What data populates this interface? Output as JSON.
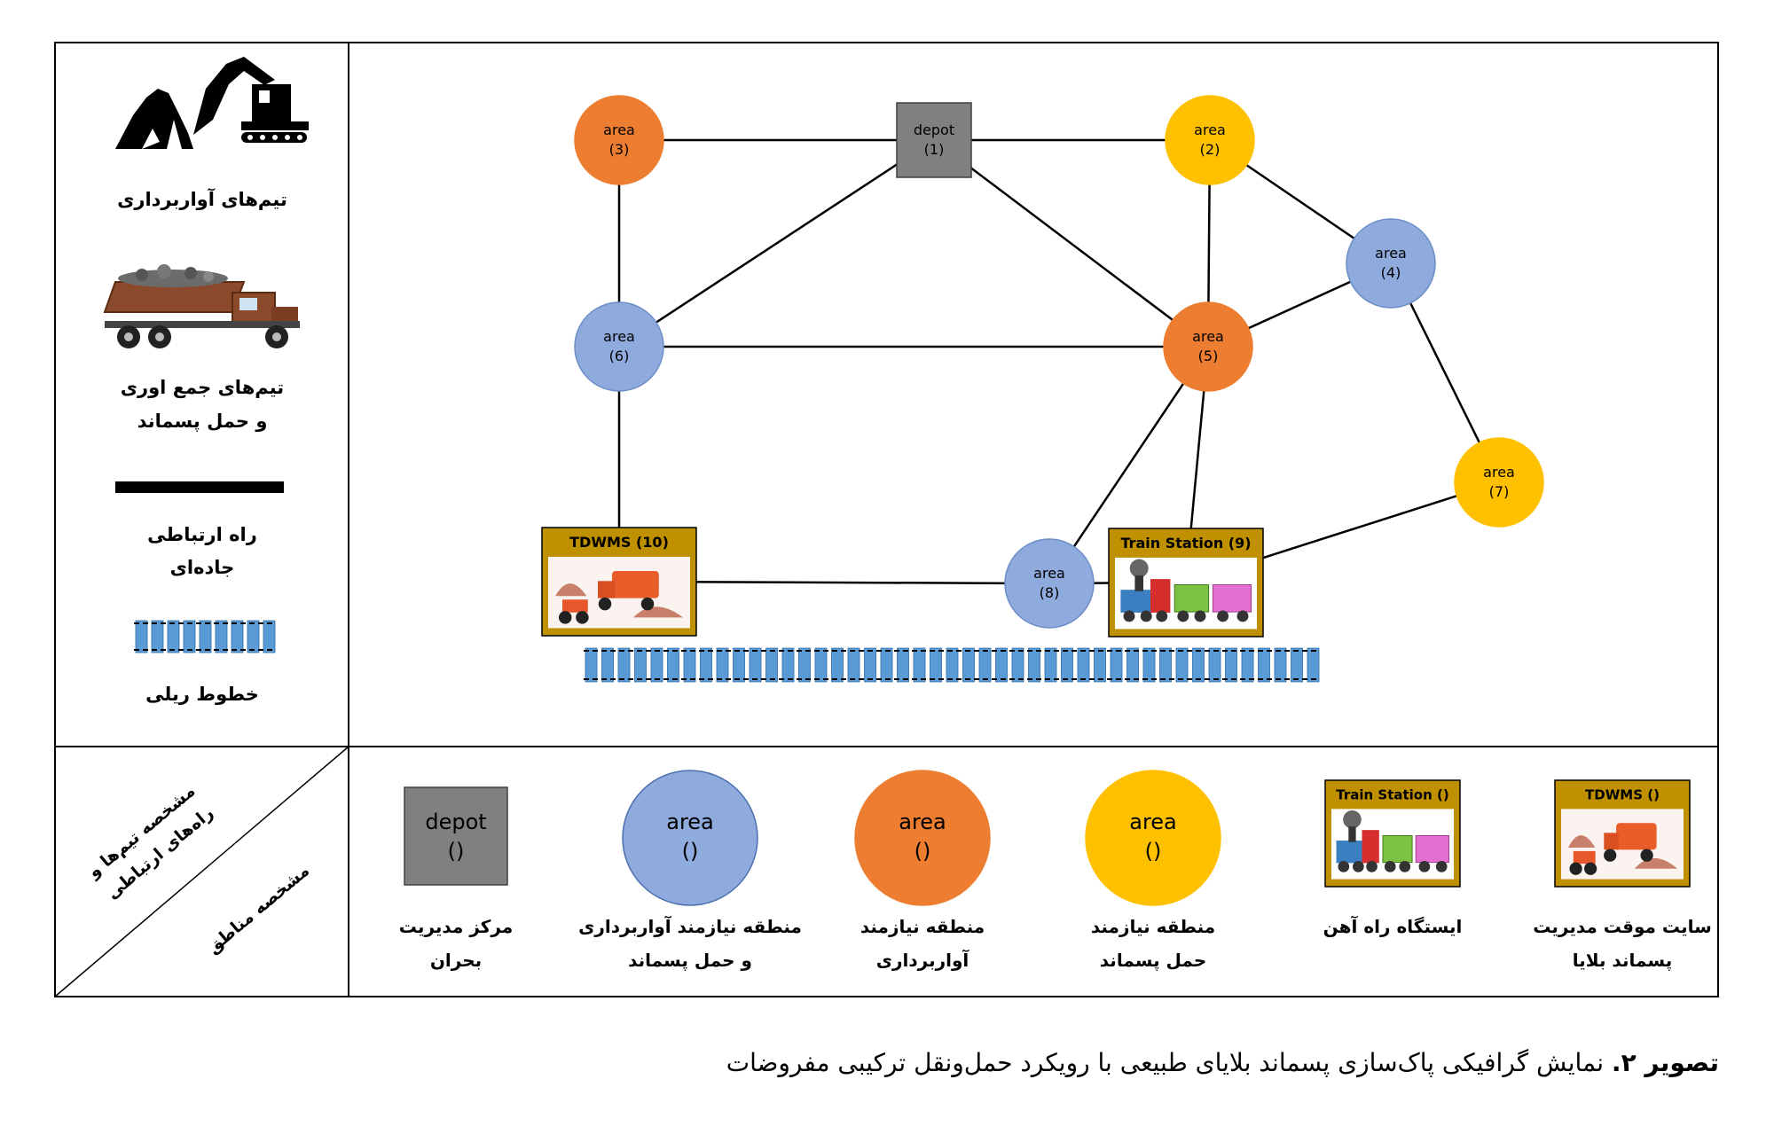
{
  "legend_left": {
    "excavation_teams": "تیم‌های آواربرداری",
    "collection_teams_line1": "تیم‌های جمع اوری",
    "collection_teams_line2": "و حمل پسماند",
    "road_line1": "راه ارتباطی",
    "road_line2": "جاده‌ای",
    "rail": "خطوط ریلی"
  },
  "corner": {
    "top_line1": "مشخصه تیم‌ها و",
    "top_line2": "راه‌های ارتباطی",
    "bottom": "مشخصه مناطق"
  },
  "network": {
    "nodes": [
      {
        "id": "1",
        "kind": "depot",
        "line1": "depot",
        "line2": "(1)"
      },
      {
        "id": "2",
        "kind": "yellow",
        "line1": "area",
        "line2": "(2)"
      },
      {
        "id": "3",
        "kind": "orange",
        "line1": "area",
        "line2": "(3)"
      },
      {
        "id": "4",
        "kind": "blue",
        "line1": "area",
        "line2": "(4)"
      },
      {
        "id": "5",
        "kind": "orange",
        "line1": "area",
        "line2": "(5)"
      },
      {
        "id": "6",
        "kind": "blue",
        "line1": "area",
        "line2": "(6)"
      },
      {
        "id": "7",
        "kind": "yellow",
        "line1": "area",
        "line2": "(7)"
      },
      {
        "id": "8",
        "kind": "blue",
        "line1": "area",
        "line2": "(8)"
      },
      {
        "id": "9",
        "kind": "train",
        "label": "Train Station (9)"
      },
      {
        "id": "10",
        "kind": "tdwms",
        "label": "TDWMS (10)"
      }
    ],
    "edges": [
      [
        "3",
        "1"
      ],
      [
        "1",
        "2"
      ],
      [
        "3",
        "6"
      ],
      [
        "6",
        "1"
      ],
      [
        "1",
        "5"
      ],
      [
        "2",
        "5"
      ],
      [
        "2",
        "4"
      ],
      [
        "4",
        "5"
      ],
      [
        "4",
        "7"
      ],
      [
        "6",
        "5"
      ],
      [
        "6",
        "10"
      ],
      [
        "5",
        "8"
      ],
      [
        "5",
        "9"
      ],
      [
        "10",
        "8"
      ],
      [
        "8",
        "9"
      ],
      [
        "9",
        "7"
      ]
    ]
  },
  "legend_bottom": [
    {
      "kind": "tdwms",
      "box_label": "TDWMS ()",
      "line1": "سایت موقت مدیریت",
      "line2": "پسماند بلایا"
    },
    {
      "kind": "train",
      "box_label": "Train Station ()",
      "line1": "ایستگاه راه آهن",
      "line2": ""
    },
    {
      "kind": "yellow",
      "box_label": "area",
      "box_sub": "()",
      "line1": "منطقه نیازمند",
      "line2": "حمل پسماند"
    },
    {
      "kind": "orange",
      "box_label": "area",
      "box_sub": "()",
      "line1": "منطقه نیازمند",
      "line2": "آواربرداری"
    },
    {
      "kind": "blue",
      "box_label": "area",
      "box_sub": "()",
      "line1": "منطقه نیازمند آواربرداری",
      "line2": "و حمل پسماند"
    },
    {
      "kind": "depot",
      "box_label": "depot",
      "box_sub": "()",
      "line1": "مرکز مدیریت",
      "line2": "بحران"
    }
  ],
  "caption": {
    "bold": "تصویر ۲.",
    "text": "نمایش گرافیکی پاک‌سازی پسماند بلایای طبیعی با رویکرد حمل‌ونقل ترکیبی مفروضات"
  },
  "colors": {
    "orange": "#ED7D31",
    "yellow": "#FFC000",
    "blue": "#8FAADC",
    "depot": "#808080",
    "gold_frame": "#BF9000",
    "rail_blue": "#5B9BD5"
  }
}
